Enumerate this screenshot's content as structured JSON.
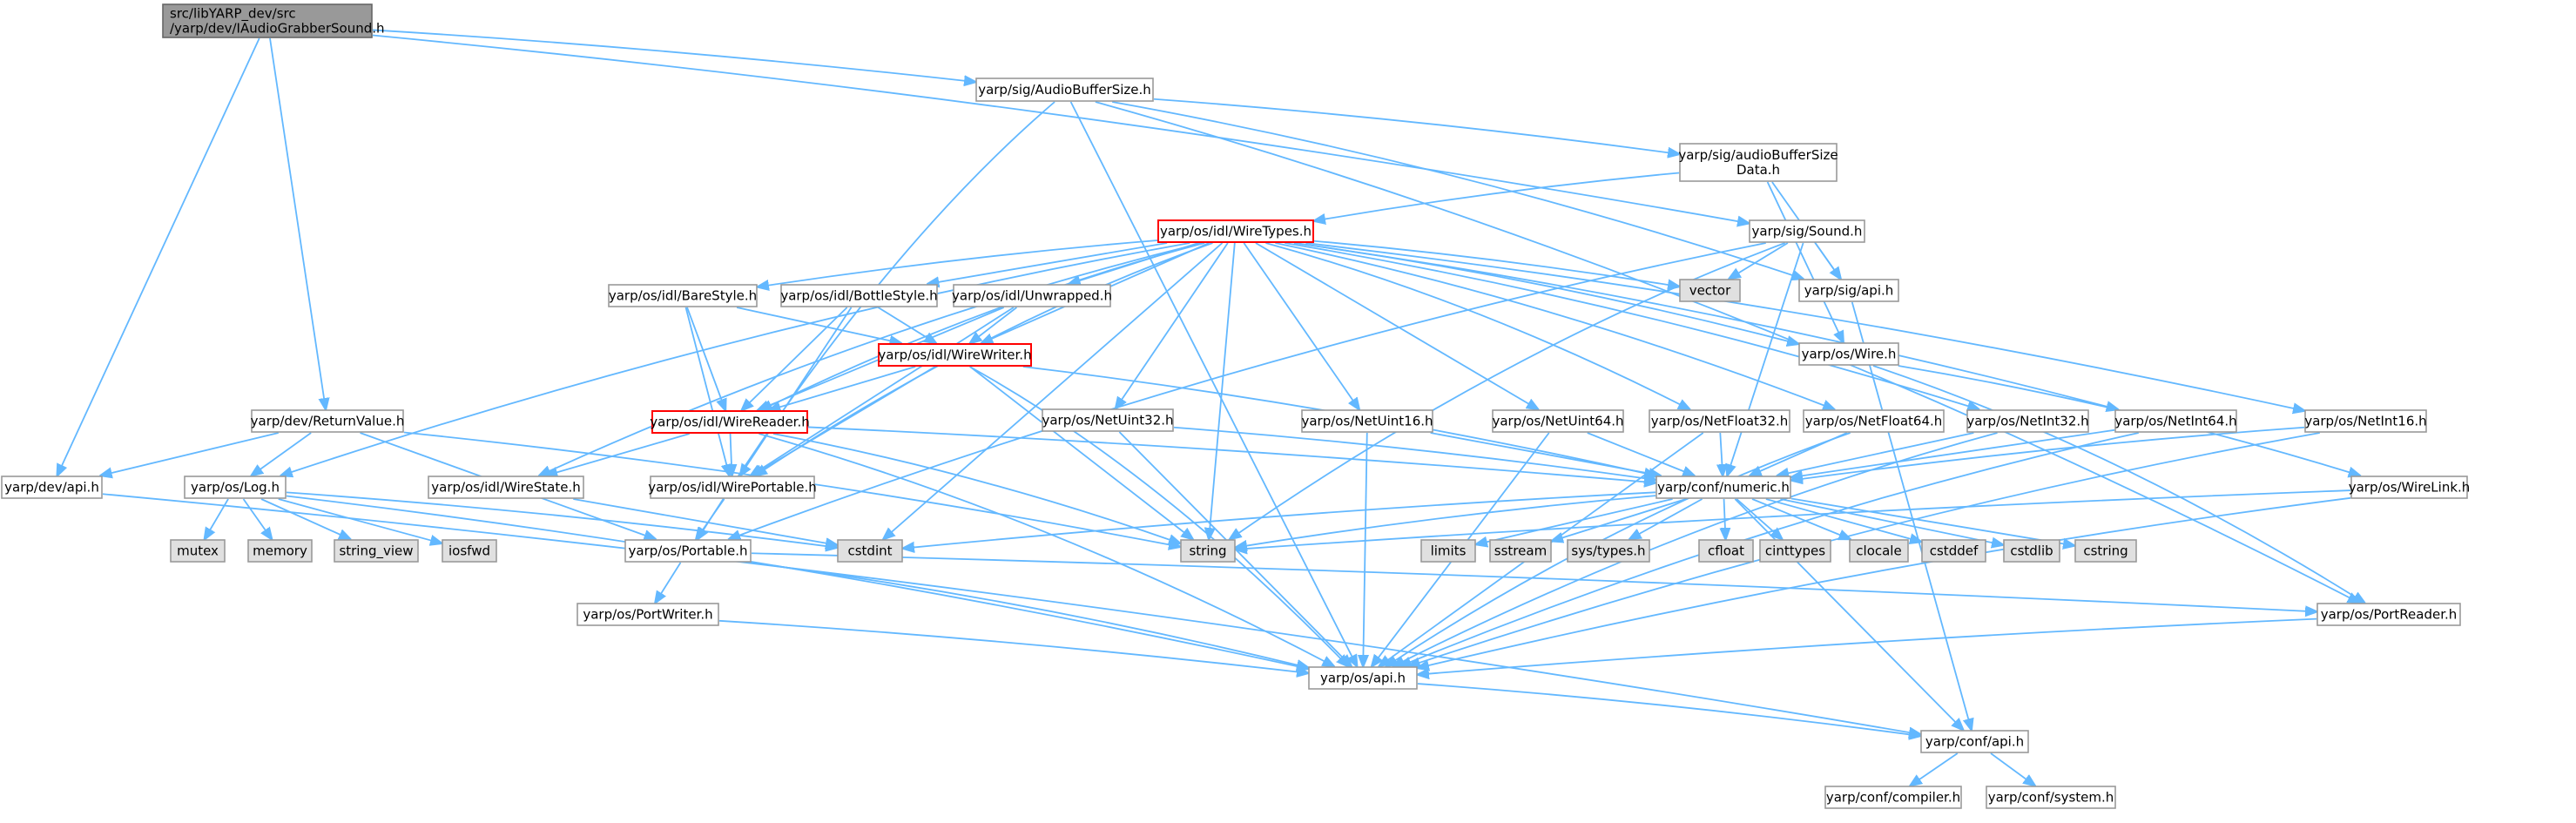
{
  "diagram": {
    "nodes": [
      {
        "id": "root",
        "lines": [
          "src/libYARP_dev/src",
          "/yarp/dev/IAudioGrabberSound.h"
        ],
        "kind": "root"
      },
      {
        "id": "AudioBufferSize",
        "lines": [
          "yarp/sig/AudioBufferSize.h"
        ],
        "kind": "normal"
      },
      {
        "id": "audioBufferSizeData",
        "lines": [
          "yarp/sig/audioBufferSize",
          "Data.h"
        ],
        "kind": "normal"
      },
      {
        "id": "WireTypes",
        "lines": [
          "yarp/os/idl/WireTypes.h"
        ],
        "kind": "red"
      },
      {
        "id": "SigSound",
        "lines": [
          "yarp/sig/Sound.h"
        ],
        "kind": "normal"
      },
      {
        "id": "vector",
        "lines": [
          "vector"
        ],
        "kind": "system"
      },
      {
        "id": "SigApi",
        "lines": [
          "yarp/sig/api.h"
        ],
        "kind": "normal"
      },
      {
        "id": "BareStyle",
        "lines": [
          "yarp/os/idl/BareStyle.h"
        ],
        "kind": "normal"
      },
      {
        "id": "BottleStyle",
        "lines": [
          "yarp/os/idl/BottleStyle.h"
        ],
        "kind": "normal"
      },
      {
        "id": "Unwrapped",
        "lines": [
          "yarp/os/idl/Unwrapped.h"
        ],
        "kind": "normal"
      },
      {
        "id": "WireWriter",
        "lines": [
          "yarp/os/idl/WireWriter.h"
        ],
        "kind": "red"
      },
      {
        "id": "OsWire",
        "lines": [
          "yarp/os/Wire.h"
        ],
        "kind": "normal"
      },
      {
        "id": "ReturnValue",
        "lines": [
          "yarp/dev/ReturnValue.h"
        ],
        "kind": "normal"
      },
      {
        "id": "WireReader",
        "lines": [
          "yarp/os/idl/WireReader.h"
        ],
        "kind": "red"
      },
      {
        "id": "NetUint32",
        "lines": [
          "yarp/os/NetUint32.h"
        ],
        "kind": "normal"
      },
      {
        "id": "NetUint16",
        "lines": [
          "yarp/os/NetUint16.h"
        ],
        "kind": "normal"
      },
      {
        "id": "NetUint64",
        "lines": [
          "yarp/os/NetUint64.h"
        ],
        "kind": "normal"
      },
      {
        "id": "NetFloat32",
        "lines": [
          "yarp/os/NetFloat32.h"
        ],
        "kind": "normal"
      },
      {
        "id": "NetFloat64",
        "lines": [
          "yarp/os/NetFloat64.h"
        ],
        "kind": "normal"
      },
      {
        "id": "NetInt32",
        "lines": [
          "yarp/os/NetInt32.h"
        ],
        "kind": "normal"
      },
      {
        "id": "NetInt64",
        "lines": [
          "yarp/os/NetInt64.h"
        ],
        "kind": "normal"
      },
      {
        "id": "NetInt16",
        "lines": [
          "yarp/os/NetInt16.h"
        ],
        "kind": "normal"
      },
      {
        "id": "DevApi",
        "lines": [
          "yarp/dev/api.h"
        ],
        "kind": "normal"
      },
      {
        "id": "OsLog",
        "lines": [
          "yarp/os/Log.h"
        ],
        "kind": "normal"
      },
      {
        "id": "WireState",
        "lines": [
          "yarp/os/idl/WireState.h"
        ],
        "kind": "normal"
      },
      {
        "id": "WirePortable",
        "lines": [
          "yarp/os/idl/WirePortable.h"
        ],
        "kind": "normal"
      },
      {
        "id": "ConfNumeric",
        "lines": [
          "yarp/conf/numeric.h"
        ],
        "kind": "normal"
      },
      {
        "id": "WireLink",
        "lines": [
          "yarp/os/WireLink.h"
        ],
        "kind": "normal"
      },
      {
        "id": "mutex",
        "lines": [
          "mutex"
        ],
        "kind": "system"
      },
      {
        "id": "memory",
        "lines": [
          "memory"
        ],
        "kind": "system"
      },
      {
        "id": "string_view",
        "lines": [
          "string_view"
        ],
        "kind": "system"
      },
      {
        "id": "iosfwd",
        "lines": [
          "iosfwd"
        ],
        "kind": "system"
      },
      {
        "id": "cstdint",
        "lines": [
          "cstdint"
        ],
        "kind": "system"
      },
      {
        "id": "OsPortable",
        "lines": [
          "yarp/os/Portable.h"
        ],
        "kind": "normal"
      },
      {
        "id": "string",
        "lines": [
          "string"
        ],
        "kind": "system"
      },
      {
        "id": "limits",
        "lines": [
          "limits"
        ],
        "kind": "system"
      },
      {
        "id": "sstream",
        "lines": [
          "sstream"
        ],
        "kind": "system"
      },
      {
        "id": "systypes",
        "lines": [
          "sys/types.h"
        ],
        "kind": "system"
      },
      {
        "id": "cfloat",
        "lines": [
          "cfloat"
        ],
        "kind": "system"
      },
      {
        "id": "cinttypes",
        "lines": [
          "cinttypes"
        ],
        "kind": "system"
      },
      {
        "id": "clocale",
        "lines": [
          "clocale"
        ],
        "kind": "system"
      },
      {
        "id": "cstddef",
        "lines": [
          "cstddef"
        ],
        "kind": "system"
      },
      {
        "id": "cstdlib",
        "lines": [
          "cstdlib"
        ],
        "kind": "system"
      },
      {
        "id": "cstring",
        "lines": [
          "cstring"
        ],
        "kind": "system"
      },
      {
        "id": "PortWriter",
        "lines": [
          "yarp/os/PortWriter.h"
        ],
        "kind": "normal"
      },
      {
        "id": "PortReader",
        "lines": [
          "yarp/os/PortReader.h"
        ],
        "kind": "normal"
      },
      {
        "id": "OsApi",
        "lines": [
          "yarp/os/api.h"
        ],
        "kind": "normal"
      },
      {
        "id": "ConfApi",
        "lines": [
          "yarp/conf/api.h"
        ],
        "kind": "normal"
      },
      {
        "id": "ConfCompiler",
        "lines": [
          "yarp/conf/compiler.h"
        ],
        "kind": "normal"
      },
      {
        "id": "ConfSystem",
        "lines": [
          "yarp/conf/system.h"
        ],
        "kind": "normal"
      }
    ],
    "edges": [
      [
        "root",
        "AudioBufferSize"
      ],
      [
        "root",
        "SigSound"
      ],
      [
        "root",
        "ReturnValue"
      ],
      [
        "root",
        "DevApi"
      ],
      [
        "AudioBufferSize",
        "audioBufferSizeData"
      ],
      [
        "AudioBufferSize",
        "SigApi"
      ],
      [
        "AudioBufferSize",
        "OsPortable"
      ],
      [
        "AudioBufferSize",
        "PortReader"
      ],
      [
        "AudioBufferSize",
        "OsApi"
      ],
      [
        "audioBufferSizeData",
        "WireTypes"
      ],
      [
        "audioBufferSizeData",
        "SigApi"
      ],
      [
        "audioBufferSizeData",
        "OsWire"
      ],
      [
        "WireTypes",
        "vector"
      ],
      [
        "WireTypes",
        "BareStyle"
      ],
      [
        "WireTypes",
        "BottleStyle"
      ],
      [
        "WireTypes",
        "Unwrapped"
      ],
      [
        "WireTypes",
        "WireWriter"
      ],
      [
        "WireTypes",
        "WireReader"
      ],
      [
        "WireTypes",
        "OsWire"
      ],
      [
        "WireTypes",
        "NetUint32"
      ],
      [
        "WireTypes",
        "NetUint16"
      ],
      [
        "WireTypes",
        "NetUint64"
      ],
      [
        "WireTypes",
        "NetFloat32"
      ],
      [
        "WireTypes",
        "NetFloat64"
      ],
      [
        "WireTypes",
        "NetInt32"
      ],
      [
        "WireTypes",
        "NetInt64"
      ],
      [
        "WireTypes",
        "NetInt16"
      ],
      [
        "WireTypes",
        "OsLog"
      ],
      [
        "WireTypes",
        "WireState"
      ],
      [
        "WireTypes",
        "WirePortable"
      ],
      [
        "WireTypes",
        "string"
      ],
      [
        "WireTypes",
        "cstdint"
      ],
      [
        "SigSound",
        "vector"
      ],
      [
        "SigSound",
        "SigApi"
      ],
      [
        "SigSound",
        "string"
      ],
      [
        "SigSound",
        "OsPortable"
      ],
      [
        "SigSound",
        "ConfNumeric"
      ],
      [
        "SigApi",
        "ConfApi"
      ],
      [
        "BareStyle",
        "WireReader"
      ],
      [
        "BareStyle",
        "WireWriter"
      ],
      [
        "BareStyle",
        "WirePortable"
      ],
      [
        "BottleStyle",
        "WireReader"
      ],
      [
        "BottleStyle",
        "WireWriter"
      ],
      [
        "BottleStyle",
        "WirePortable"
      ],
      [
        "Unwrapped",
        "WireReader"
      ],
      [
        "Unwrapped",
        "WireWriter"
      ],
      [
        "Unwrapped",
        "WirePortable"
      ],
      [
        "WireWriter",
        "WireReader"
      ],
      [
        "WireWriter",
        "WirePortable"
      ],
      [
        "WireWriter",
        "ConfNumeric"
      ],
      [
        "WireWriter",
        "string"
      ],
      [
        "WireWriter",
        "OsApi"
      ],
      [
        "WireReader",
        "WireState"
      ],
      [
        "WireReader",
        "WirePortable"
      ],
      [
        "WireReader",
        "ConfNumeric"
      ],
      [
        "WireReader",
        "string"
      ],
      [
        "WireReader",
        "OsApi"
      ],
      [
        "OsWire",
        "WireLink"
      ],
      [
        "OsWire",
        "PortReader"
      ],
      [
        "WireLink",
        "string"
      ],
      [
        "WireLink",
        "OsApi"
      ],
      [
        "ReturnValue",
        "DevApi"
      ],
      [
        "ReturnValue",
        "OsLog"
      ],
      [
        "ReturnValue",
        "OsPortable"
      ],
      [
        "ReturnValue",
        "string"
      ],
      [
        "DevApi",
        "ConfApi"
      ],
      [
        "OsLog",
        "mutex"
      ],
      [
        "OsLog",
        "memory"
      ],
      [
        "OsLog",
        "string_view"
      ],
      [
        "OsLog",
        "iosfwd"
      ],
      [
        "OsLog",
        "cstdint"
      ],
      [
        "OsLog",
        "OsApi"
      ],
      [
        "WireState",
        "cstdint"
      ],
      [
        "WirePortable",
        "OsPortable"
      ],
      [
        "NetUint32",
        "ConfNumeric"
      ],
      [
        "NetUint32",
        "OsApi"
      ],
      [
        "NetUint16",
        "ConfNumeric"
      ],
      [
        "NetUint16",
        "OsApi"
      ],
      [
        "NetUint64",
        "ConfNumeric"
      ],
      [
        "NetUint64",
        "OsApi"
      ],
      [
        "NetFloat32",
        "ConfNumeric"
      ],
      [
        "NetFloat32",
        "OsApi"
      ],
      [
        "NetFloat64",
        "ConfNumeric"
      ],
      [
        "NetFloat64",
        "OsApi"
      ],
      [
        "NetInt32",
        "ConfNumeric"
      ],
      [
        "NetInt32",
        "OsApi"
      ],
      [
        "NetInt64",
        "ConfNumeric"
      ],
      [
        "NetInt64",
        "OsApi"
      ],
      [
        "NetInt16",
        "ConfNumeric"
      ],
      [
        "NetInt16",
        "OsApi"
      ],
      [
        "ConfNumeric",
        "limits"
      ],
      [
        "ConfNumeric",
        "sstream"
      ],
      [
        "ConfNumeric",
        "string"
      ],
      [
        "ConfNumeric",
        "systypes"
      ],
      [
        "ConfNumeric",
        "cfloat"
      ],
      [
        "ConfNumeric",
        "cinttypes"
      ],
      [
        "ConfNumeric",
        "clocale"
      ],
      [
        "ConfNumeric",
        "cstddef"
      ],
      [
        "ConfNumeric",
        "cstdlib"
      ],
      [
        "ConfNumeric",
        "cstring"
      ],
      [
        "ConfNumeric",
        "cstdint"
      ],
      [
        "ConfNumeric",
        "ConfApi"
      ],
      [
        "OsPortable",
        "PortWriter"
      ],
      [
        "OsPortable",
        "PortReader"
      ],
      [
        "OsPortable",
        "OsApi"
      ],
      [
        "PortWriter",
        "OsApi"
      ],
      [
        "PortReader",
        "OsApi"
      ],
      [
        "OsApi",
        "ConfApi"
      ],
      [
        "ConfApi",
        "ConfCompiler"
      ],
      [
        "ConfApi",
        "ConfSystem"
      ]
    ]
  }
}
